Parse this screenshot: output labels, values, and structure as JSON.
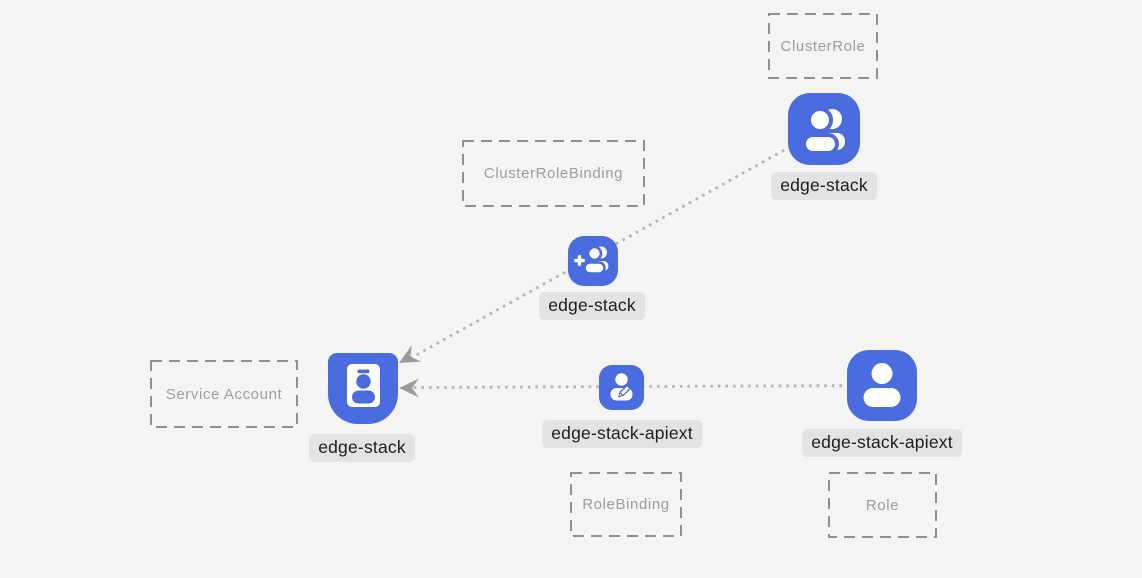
{
  "palette": {
    "background": "#f4f4f5",
    "node_blue": "#4a6cdf",
    "glyph_white": "#ffffff",
    "pill_bg": "#e3e3e4",
    "pill_text": "#1d1d1f",
    "box_border": "#8f8f8f",
    "box_text": "#9d9d9d",
    "edge_dots": "#b3b1b1",
    "arrowhead": "#9a9a9a"
  },
  "type_boxes": [
    {
      "label": "ClusterRole"
    },
    {
      "label": "ClusterRoleBinding"
    },
    {
      "label": "Service Account"
    },
    {
      "label": "RoleBinding"
    },
    {
      "label": "Role"
    }
  ],
  "nodes": [
    {
      "label": "edge-stack",
      "icon": "group-icon",
      "near_type_box": "ClusterRole"
    },
    {
      "label": "edge-stack",
      "icon": "person-add-icon",
      "near_type_box": "ClusterRoleBinding"
    },
    {
      "label": "edge-stack",
      "icon": "id-badge-icon",
      "near_type_box": "Service Account"
    },
    {
      "label": "edge-stack-apiext",
      "icon": "person-edit-icon",
      "near_type_box": "RoleBinding"
    },
    {
      "label": "edge-stack-apiext",
      "icon": "person-icon",
      "near_type_box": "Role"
    }
  ],
  "edges": [
    {
      "from": "clusterrole-node",
      "via": "clusterrolebinding-node",
      "to": "serviceaccount-node",
      "style": "dotted",
      "arrowhead": "open-dart"
    },
    {
      "from": "role-node",
      "via": "rolebinding-node",
      "to": "serviceaccount-node",
      "style": "dotted",
      "arrowhead": "open-dart"
    }
  ]
}
